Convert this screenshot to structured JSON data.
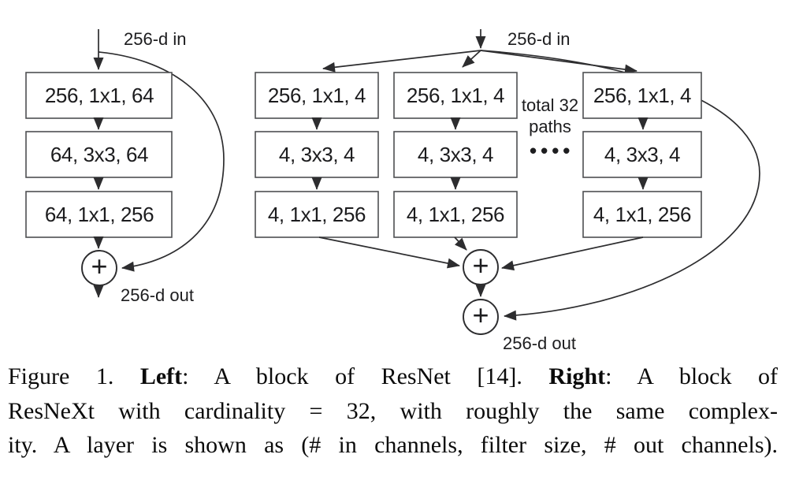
{
  "figure": {
    "left_block": {
      "input_label": "256-d in",
      "output_label": "256-d out",
      "plus": "+",
      "layers": [
        "256, 1x1, 64",
        "64, 3x3, 64",
        "64, 1x1, 256"
      ]
    },
    "right_block": {
      "input_label": "256-d in",
      "output_label": "256-d out",
      "plus": "+",
      "note_line1": "total 32",
      "note_line2": "paths",
      "ellipsis": "••••",
      "paths": [
        [
          "256, 1x1, 4",
          "4, 3x3, 4",
          "4, 1x1, 256"
        ],
        [
          "256, 1x1, 4",
          "4, 3x3, 4",
          "4, 1x1, 256"
        ],
        [
          "256, 1x1, 4",
          "4, 3x3, 4",
          "4, 1x1, 256"
        ]
      ]
    },
    "colors": {
      "line": "#2d2d2f",
      "box_border": "#4e4f51",
      "text": "#1c1c1e",
      "background": "#ffffff"
    }
  },
  "caption": {
    "l1_pre": "Figure 1. ",
    "l1_bold1": "Left",
    "l1_mid": ": A block of ResNet [14]. ",
    "l1_bold2": "Right",
    "l1_post": ": A block of",
    "line2": "ResNeXt with cardinality = 32, with roughly the same complex-",
    "line3": "ity. A layer is shown as (# in channels, filter size, # out channels)."
  }
}
